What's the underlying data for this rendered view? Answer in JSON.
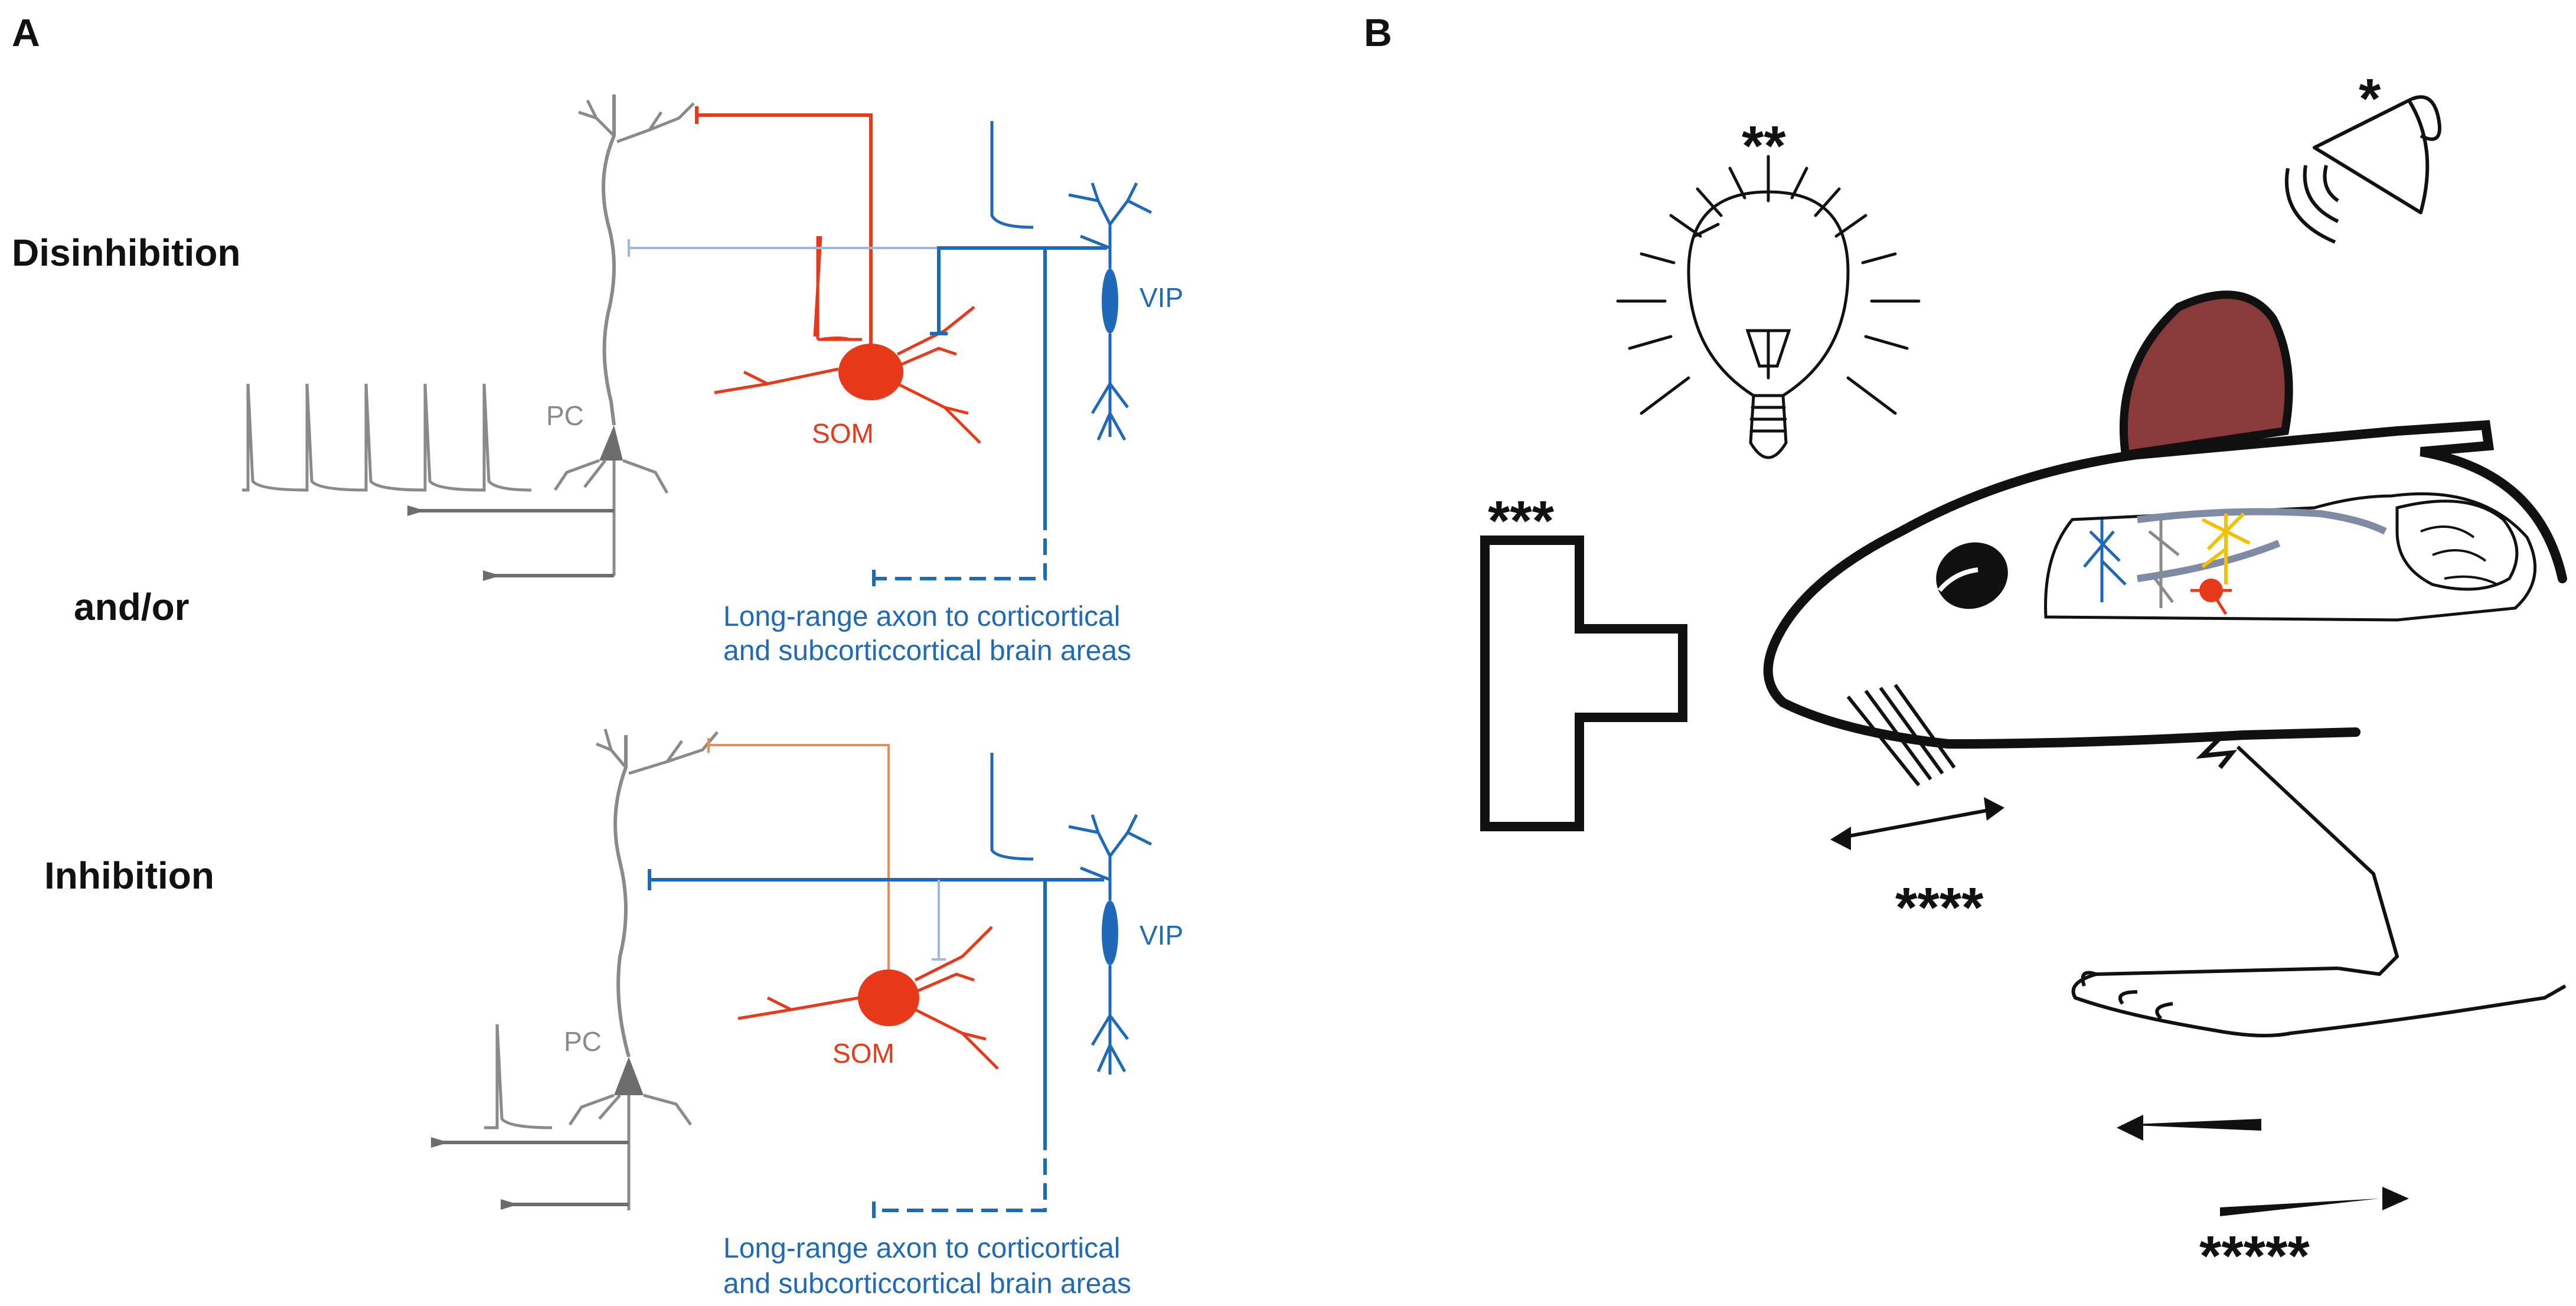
{
  "panel_a": {
    "letter": "A",
    "rows": {
      "disinhibition": "Disinhibition",
      "and_or": "and/or",
      "inhibition": "Inhibition"
    },
    "top_circuit": {
      "pc_label": "PC",
      "som_label": "SOM",
      "vip_label": "VIP",
      "caption_line1": "Long-range axon to corticortical",
      "caption_line2": "and subcorticcortical brain areas"
    },
    "bottom_circuit": {
      "pc_label": "PC",
      "som_label": "SOM",
      "vip_label": "VIP",
      "caption_line1": "Long-range axon to corticortical",
      "caption_line2": "and subcorticcortical brain areas"
    }
  },
  "panel_b": {
    "letter": "B",
    "sound_stars": "*",
    "light_stars": "**",
    "tactile_stars": "***",
    "whisker_stars": "****",
    "locomotion_stars": "*****"
  },
  "colors": {
    "pc": "#8a8a8a",
    "som": "#e8391b",
    "vip": "#1e6ab8",
    "ink": "#111111",
    "ear": "#8b3a3a",
    "yellow": "#f2c200"
  }
}
